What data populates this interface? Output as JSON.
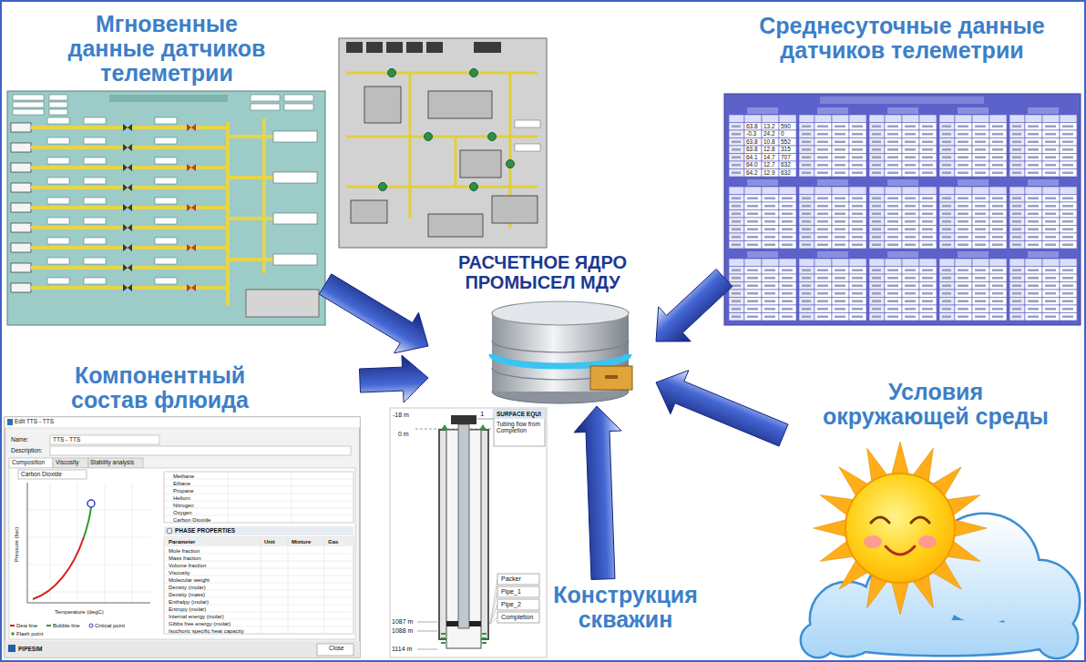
{
  "diagram": {
    "nodes": [
      {
        "text": [
          "Мгновенные данные датчиков телеметрии"
        ]
      },
      {
        "text": [
          "Среднесуточные данные датчиков телеметрии"
        ]
      },
      {
        "text": [
          "РАСЧЕТНОЕ ЯДРО ПРОМЫСЕЛ МДУ"
        ]
      },
      {
        "text": [
          "Компонентный состав флюида"
        ]
      },
      {
        "text": [
          "Конструкция скважин"
        ]
      },
      {
        "text": [
          "Условия окружающей среды"
        ]
      }
    ],
    "edges": [
      {
        "from": 0,
        "to": 2,
        "arrow": "to"
      },
      {
        "from": 1,
        "to": 2,
        "arrow": "to"
      },
      {
        "from": 3,
        "to": 2,
        "arrow": "to"
      },
      {
        "from": 4,
        "to": 2,
        "arrow": "to"
      },
      {
        "from": 5,
        "to": 2,
        "arrow": "to"
      }
    ],
    "labels": [
      "1",
      "-18 m",
      "0 m",
      "SURFACE EQUI",
      "Tubing flow from Completion",
      "1087 m",
      "1088 m",
      "1114 m",
      "Packer",
      "Pipe_1",
      "Pipe_2",
      "Completion",
      "Edit TTS - TTS",
      "Name:",
      "TTS - TTS",
      "Description:",
      "Composition",
      "Viscosity",
      "Stability analysis",
      "Carbon Dioxide",
      "Pressure (bar)",
      "Temperature (degC)",
      "Dew line",
      "Bubble line",
      "Critical point",
      "Flash point",
      "Methane",
      "Ethane",
      "Propane",
      "Helium",
      "Nitrogen",
      "Oxygen",
      "Carbon Dioxide",
      "PHASE PROPERTIES",
      "Parameter",
      "Unit",
      "Mixture",
      "Gas",
      "Mole fraction",
      "Mass fraction",
      "Volume fraction",
      "Viscosity",
      "Molecular weight",
      "Density (molar)",
      "Density (mass)",
      "Enthalpy (molar)",
      "Entropy (molar)",
      "Internal energy (molar)",
      "Gibbs free energy (molar)",
      "Isochoric specific heat capacity",
      "PIPESIM",
      "Close",
      "63.8",
      "13.2",
      "590",
      "-0.3",
      "24.2",
      "0",
      "63.8",
      "10.8",
      "552",
      "63.8",
      "12.8",
      "315",
      "64.1",
      "14.7",
      "707",
      "64.0",
      "12.7",
      "632",
      "64.2",
      "12.9",
      "632"
    ]
  }
}
